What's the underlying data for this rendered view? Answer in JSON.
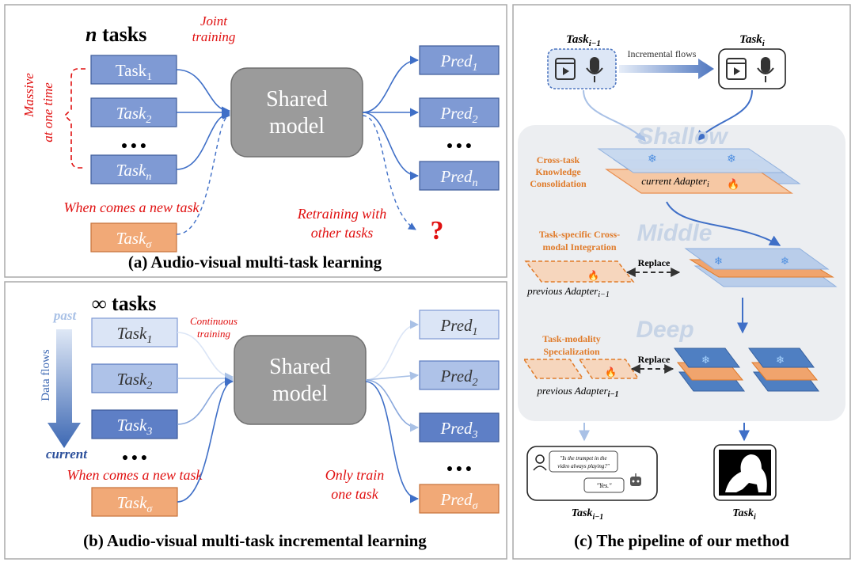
{
  "colors": {
    "task_blue": "#7f9ad4",
    "task_light": "#dbe5f6",
    "task_orange": "#f1a977",
    "box_grey": "#9b9b9b",
    "red": "#e01010",
    "arrow_blue": "#3f6fc7",
    "arrow_light": "#a9c1e6",
    "layer_blue": "#4f7fc2",
    "layer_lightblue": "#c7d8ef",
    "layer_orange": "#f0a46d",
    "label_orange": "#e07b2a",
    "stage_gray": "#c7d4e6"
  },
  "panel_a": {
    "title": "(a) Audio-visual multi-task learning",
    "header_n": "n",
    "header_rest": " tasks",
    "joint_line1": "Joint",
    "joint_line2": "training",
    "massive_line1": "Massive",
    "massive_line2": "at one time",
    "shared_line1": "Shared",
    "shared_line2": "model",
    "dots": "● ● ●",
    "new_task": "When comes a new task",
    "retrain_line1": "Retraining with",
    "retrain_line2": "other tasks",
    "question": "?",
    "tasks": [
      {
        "base": "Task",
        "sub": "1"
      },
      {
        "base": "Task",
        "sub": "2"
      },
      {
        "base": "Task",
        "sub": "n"
      }
    ],
    "task_new": {
      "base": "Task",
      "sub": "σ"
    },
    "preds": [
      {
        "base": "Pred",
        "sub": "1"
      },
      {
        "base": "Pred",
        "sub": "2"
      },
      {
        "base": "Pred",
        "sub": "n"
      }
    ]
  },
  "panel_b": {
    "title": "(b) Audio-visual multi-task incremental learning",
    "header_inf": "∞",
    "header_rest": " tasks",
    "past": "past",
    "current": "current",
    "data_flows": "Data flows",
    "continuous_line1": "Continuous",
    "continuous_line2": "training",
    "shared_line1": "Shared",
    "shared_line2": "model",
    "dots": "● ● ●",
    "new_task": "When comes a new task",
    "only_line1": "Only train",
    "only_line2": "one task",
    "tasks": [
      {
        "base": "Task",
        "sub": "1"
      },
      {
        "base": "Task",
        "sub": "2"
      },
      {
        "base": "Task",
        "sub": "3"
      }
    ],
    "task_new": {
      "base": "Task",
      "sub": "σ"
    },
    "preds": [
      {
        "base": "Pred",
        "sub": "1"
      },
      {
        "base": "Pred",
        "sub": "2"
      },
      {
        "base": "Pred",
        "sub": "3"
      }
    ],
    "pred_new": {
      "base": "Pred",
      "sub": "σ"
    }
  },
  "panel_c": {
    "title": "(c) The pipeline of our method",
    "task_prev": {
      "base": "Task",
      "sub": "i−1"
    },
    "task_cur": {
      "base": "Task",
      "sub": "i"
    },
    "incremental_flows": "Incremental flows",
    "stage_shallow": "Shallow",
    "stage_middle": "Middle",
    "stage_deep": "Deep",
    "cross_task_line1": "Cross-task",
    "cross_task_line2": "Knowledge",
    "cross_task_line3": "Consolidation",
    "current_adapter": "current Adapter",
    "current_adapter_sub": "i",
    "task_specific_line1": "Task-specific Cross-",
    "task_specific_line2": "modal Integration",
    "replace": "Replace",
    "previous_adapter": "previous Adapter",
    "previous_adapter_sub": "i−1",
    "task_modality_line1": "Task-modality",
    "task_modality_line2": "Specialization",
    "bubble_question_line1": "\"Is the trumpet in the",
    "bubble_question_line2": "video always playing?\"",
    "bubble_answer": "\"Yes.\"",
    "out_prev": {
      "base": "Task",
      "sub": "i−1"
    },
    "out_cur": {
      "base": "Task",
      "sub": "i"
    }
  }
}
